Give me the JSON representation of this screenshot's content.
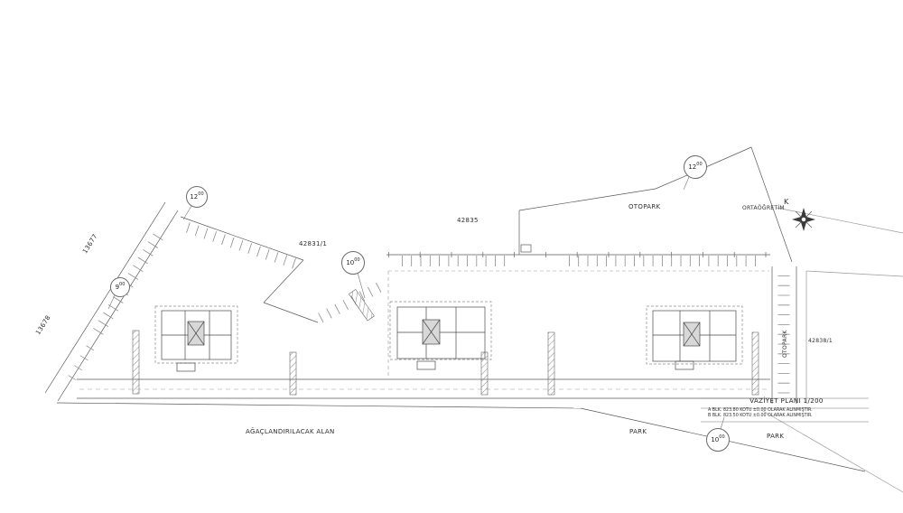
{
  "labels": {
    "road_13677": "13677",
    "road_13678": "13678",
    "parcel_42831": "42831/1",
    "parcel_42835": "42835",
    "parcel_42838": "42838/1",
    "otopark_top": "OTOPARK",
    "ortaogretim": "ORTAÖĞRETİM",
    "north_k": "K",
    "otopark_right": "OTOPARK",
    "agaclandirilacak_alan": "AĞAÇLANDIRILACAK ALAN",
    "park_left": "PARK",
    "park_right": "PARK"
  },
  "levels": [
    {
      "main": "12",
      "sup": "00"
    },
    {
      "main": "9",
      "sup": "00"
    },
    {
      "main": "10",
      "sup": "00"
    },
    {
      "main": "12",
      "sup": "00"
    },
    {
      "main": "10",
      "sup": "00"
    }
  ],
  "title_block": {
    "title": "VAZİYET PLANI  1/200",
    "note_1": "A BLK. 823.80 KOTU ±0.00 OLARAK ALINMIŞTIR.",
    "note_2": "B BLK. 823.50 KOTU ±0.00 OLARAK ALINMIŞTIR."
  }
}
